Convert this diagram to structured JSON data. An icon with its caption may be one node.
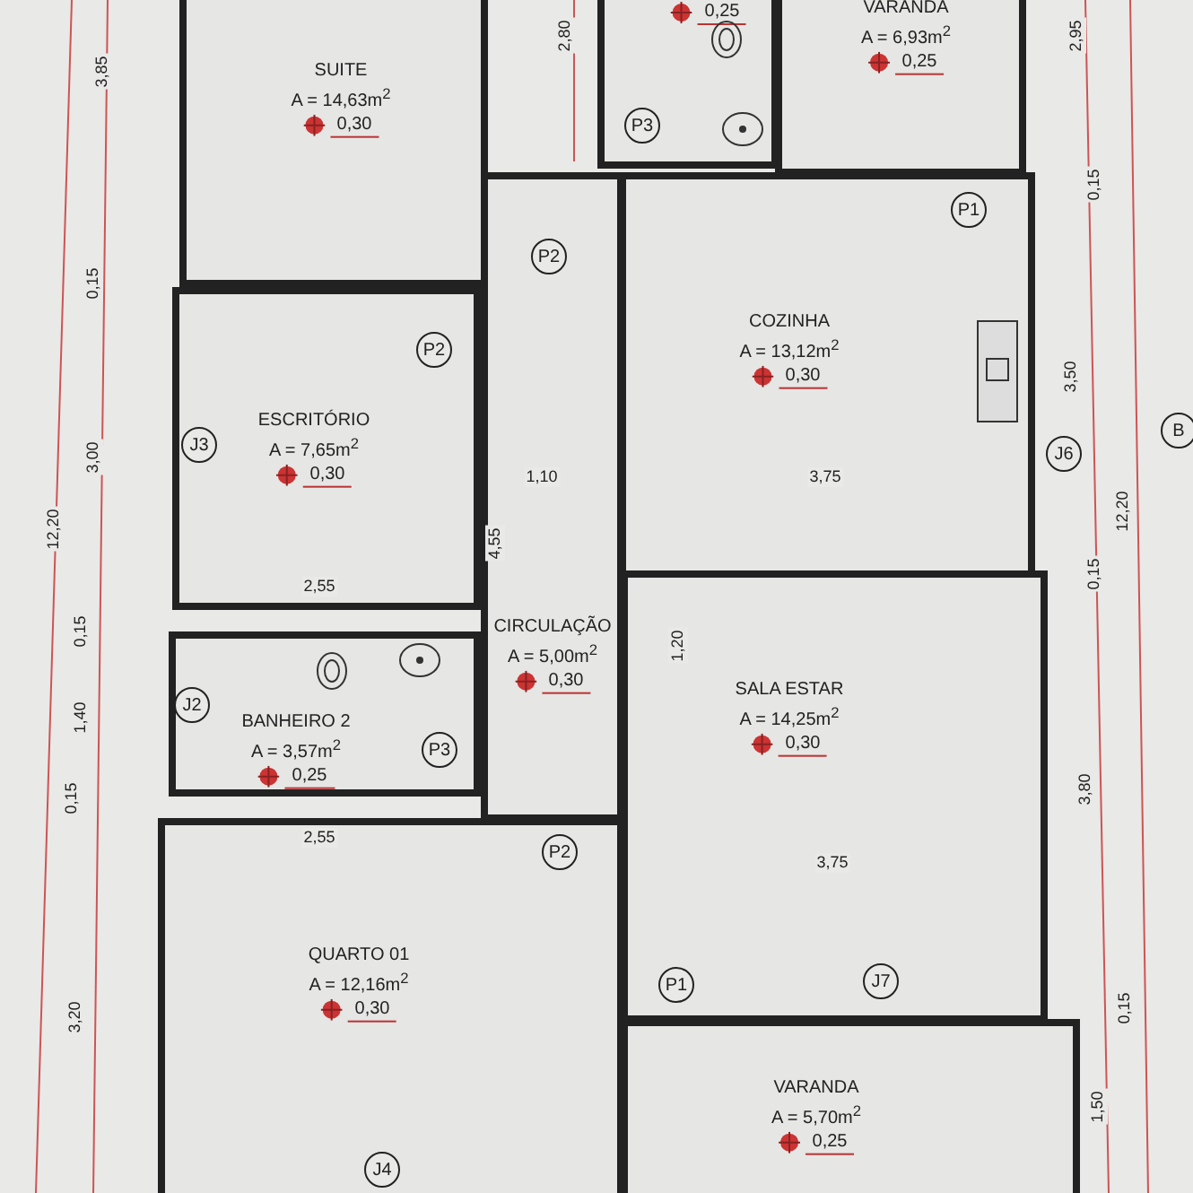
{
  "diagram": {
    "nodes": [
      {
        "text": [
          "SUITE",
          "A = 14,63m$^{2}$",
          "0,30"
        ]
      },
      {
        "text": [
          "0,25"
        ]
      },
      {
        "text": [
          "VARANDA",
          "A = 6,93m$^{2}$",
          "0,25"
        ]
      },
      {
        "text": [
          "ESCRITÓRIO",
          "A = 7,65m$^{2}$",
          "0,30"
        ]
      },
      {
        "text": [
          "COZINHA",
          "A = 13,12m$^{2}$",
          "0,30"
        ]
      },
      {
        "text": [
          "CIRCULAÇÃO",
          "A = 5,00m$^{2}$",
          "0,30"
        ]
      },
      {
        "text": [
          "BANHEIRO 2",
          "A = 3,57m$^{2}$",
          "0,25"
        ]
      },
      {
        "text": [
          "SALA ESTAR",
          "A = 14,25m$^{2}$",
          "0,30"
        ]
      },
      {
        "text": [
          "QUARTO 01",
          "A = 12,16m$^{2}$",
          "0,30"
        ]
      },
      {
        "text": [
          "VARANDA",
          "A = 5,70m$^{2}$",
          "0,25"
        ]
      },
      {
        "text": [
          "P3"
        ],
        "in": 1
      },
      {
        "text": [
          "P2"
        ],
        "in": 5
      },
      {
        "text": [
          "P1"
        ],
        "in": 4
      },
      {
        "text": [
          "P2"
        ],
        "in": 3
      },
      {
        "text": [
          "J3"
        ],
        "in": 3
      },
      {
        "text": [
          "J6"
        ]
      },
      {
        "text": [
          "J2"
        ],
        "in": 6
      },
      {
        "text": [
          "P3"
        ],
        "in": 6
      },
      {
        "text": [
          "P2"
        ],
        "in": 8
      },
      {
        "text": [
          "P1"
        ],
        "in": 7
      },
      {
        "text": [
          "J7"
        ],
        "in": 7
      },
      {
        "text": [
          "J4"
        ],
        "in": 8
      },
      {
        "text": [
          "B"
        ]
      }
    ],
    "labels": [
      "3,85",
      "2,80",
      "2,95",
      "0,15",
      "0,15",
      "3,00",
      "12,20",
      "3,50",
      "12,20",
      "1,10",
      "3,75",
      "4,55",
      "0,15",
      "2,55",
      "0,15",
      "1,20",
      "1,40",
      "0,15",
      "2,55",
      "3,75",
      "3,80",
      "0,15",
      "3,20",
      "1,50"
    ]
  }
}
